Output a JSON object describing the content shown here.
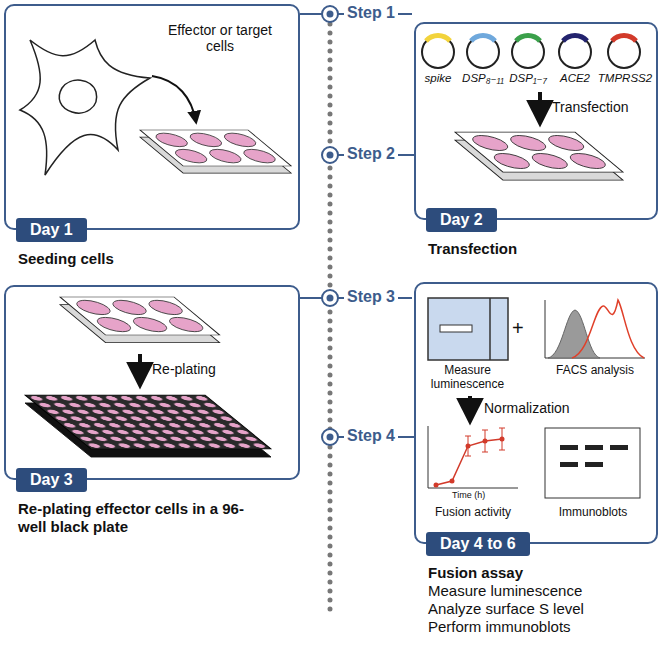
{
  "diagram": {
    "nodes": [
      {
        "text": [
          "Day 1",
          "Seeding cells"
        ]
      },
      {
        "text": [
          "Day 2",
          "Transfection"
        ]
      },
      {
        "text": [
          "Day 3",
          "Re-plating effector cells in a 96-well black plate"
        ]
      },
      {
        "text": [
          "Day 4 to 6",
          "Fusion assay",
          "Measure luminescence",
          "Analyze surface S level",
          "Perform immunoblots"
        ]
      }
    ],
    "labels": [
      "Step 1",
      "Step 2",
      "Step 3",
      "Step 4",
      "Effector or target cells",
      "spike",
      "DSP₈₋₁₁",
      "DSP₁₋₇",
      "ACE2",
      "TMPRSS2",
      "Transfection",
      "Re-plating",
      "Measure luminescence",
      "+",
      "FACS analysis",
      "Normalization",
      "Time (h)",
      "Fusion activity",
      "Immunoblots"
    ]
  }
}
